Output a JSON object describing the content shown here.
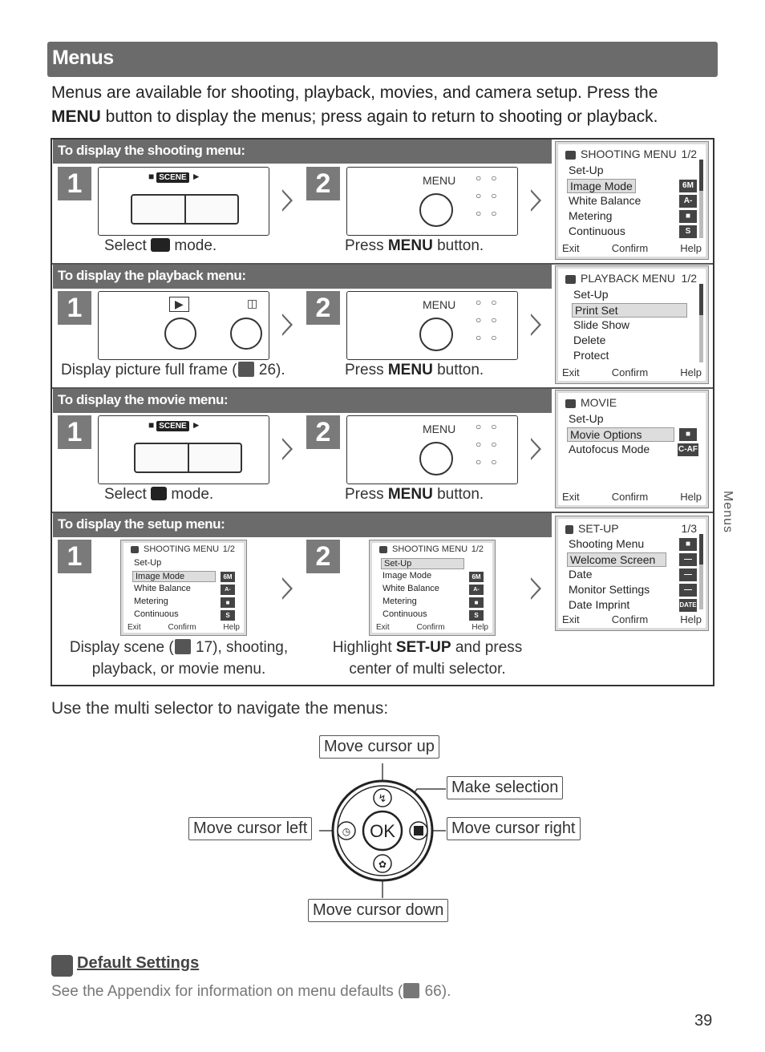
{
  "header": {
    "title": "Menus"
  },
  "intro": {
    "line1": "Menus are available for shooting, playback, movies, and camera setup.  Press the",
    "line2_key": "MENU",
    "line2_rest": " button to display the menus; press again to return to shooting or playback."
  },
  "sections": {
    "shooting": {
      "title": "To display the shooting menu:",
      "step1": "1",
      "step2": "2",
      "cap1_pre": "Select ",
      "cap1_post": " mode.",
      "cap2_pre": "Press ",
      "cap2_key": "MENU",
      "cap2_post": " button.",
      "screen": {
        "title": "SHOOTING MENU",
        "page": "1/2",
        "items": [
          "Set-Up",
          "Image Mode",
          "White Balance",
          "Metering",
          "Continuous"
        ],
        "badges": [
          "6M",
          "A-WB",
          "■",
          "S"
        ],
        "exit": "Exit",
        "confirm": "Confirm",
        "help": "Help"
      }
    },
    "playback": {
      "title": "To display the playback menu:",
      "step1": "1",
      "step2": "2",
      "cap1_pre": "Display picture full frame (",
      "cap1_post": " 26).",
      "cap2_pre": "Press ",
      "cap2_key": "MENU",
      "cap2_post": " button.",
      "screen": {
        "title": "PLAYBACK MENU",
        "page": "1/2",
        "items": [
          "Set-Up",
          "Print Set",
          "Slide Show",
          "Delete",
          "Protect"
        ],
        "exit": "Exit",
        "confirm": "Confirm",
        "help": "Help"
      }
    },
    "movie": {
      "title": "To display the movie menu:",
      "step1": "1",
      "step2": "2",
      "cap1_pre": "Select ",
      "cap1_post": " mode.",
      "cap2_pre": "Press ",
      "cap2_key": "MENU",
      "cap2_post": " button.",
      "screen": {
        "title": "MOVIE",
        "items": [
          "Set-Up",
          "Movie Options",
          "Autofocus Mode"
        ],
        "badges": [
          "■",
          "C-AF"
        ],
        "exit": "Exit",
        "confirm": "Confirm",
        "help": "Help"
      }
    },
    "setup": {
      "title": "To display the setup menu:",
      "step1": "1",
      "step2": "2",
      "cap1_l1_pre": "Display scene (",
      "cap1_l1_post": " 17), shooting,",
      "cap1_l2": "playback, or movie menu.",
      "cap2_l1_pre": "Highlight ",
      "cap2_l1_key": "SET-UP",
      "cap2_l1_post": " and press",
      "cap2_l2": "center of multi selector.",
      "mini1": {
        "title": "SHOOTING MENU",
        "page": "1/2",
        "items": [
          "Set-Up",
          "Image Mode",
          "White Balance",
          "Metering",
          "Continuous"
        ],
        "badges": [
          "6M",
          "A-WB",
          "■",
          "S"
        ],
        "exit": "Exit",
        "confirm": "Confirm",
        "help": "Help"
      },
      "mini2": {
        "title": "SHOOTING MENU",
        "page": "1/2",
        "items": [
          "Set-Up",
          "Image Mode",
          "White Balance",
          "Metering",
          "Continuous"
        ],
        "badges": [
          "6M",
          "A-WB",
          "■",
          "S"
        ],
        "exit": "Exit",
        "confirm": "Confirm",
        "help": "Help"
      },
      "screen": {
        "title": "SET-UP",
        "page": "1/3",
        "items": [
          "Shooting Menu",
          "Welcome Screen",
          "Date",
          "Monitor Settings",
          "Date Imprint"
        ],
        "badges": [
          "■",
          "—",
          "—",
          "—",
          "DATE"
        ],
        "exit": "Exit",
        "confirm": "Confirm",
        "help": "Help"
      }
    }
  },
  "illus_labels": {
    "menu": "MENU",
    "scene": "SCENE",
    "ok": "OK"
  },
  "navigate": {
    "text": "Use the multi selector to navigate the menus:"
  },
  "selector": {
    "up": "Move cursor up",
    "select": "Make selection",
    "left": "Move cursor left",
    "right": "Move cursor right",
    "down": "Move cursor down"
  },
  "note": {
    "title": "Default Settings",
    "text_pre": "See the Appendix for information on menu defaults (",
    "text_post": " 66)."
  },
  "side_label": "Menus",
  "page_number": "39"
}
